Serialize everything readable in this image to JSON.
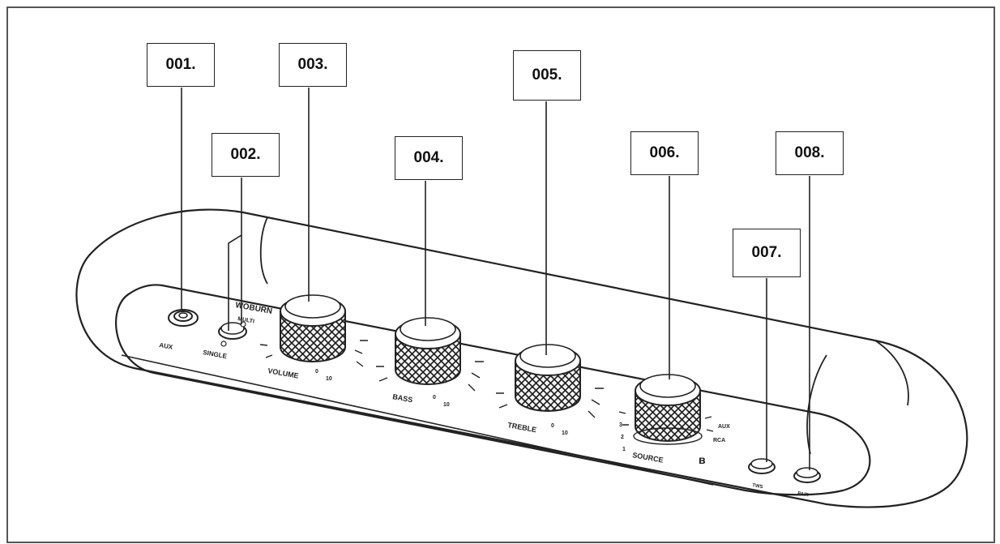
{
  "callouts": {
    "c001": "001.",
    "c002": "002.",
    "c003": "003.",
    "c004": "004.",
    "c005": "005.",
    "c006": "006.",
    "c007": "007.",
    "c008": "008."
  },
  "panel": {
    "brand": "WOBURN",
    "multi": "MULTI",
    "aux": "AUX",
    "single": "SINGLE",
    "volume": "VOLUME",
    "bass": "BASS",
    "treble": "TREBLE",
    "source": "SOURCE",
    "min": "0",
    "max": "10",
    "src_aux": "AUX",
    "src_rca": "RCA",
    "src_1": "1",
    "src_2": "2",
    "src_3": "3",
    "src_btn1": "TWS",
    "src_btn2": "PAIR"
  },
  "colors": {
    "stroke": "#222222",
    "frame": "#555555"
  }
}
